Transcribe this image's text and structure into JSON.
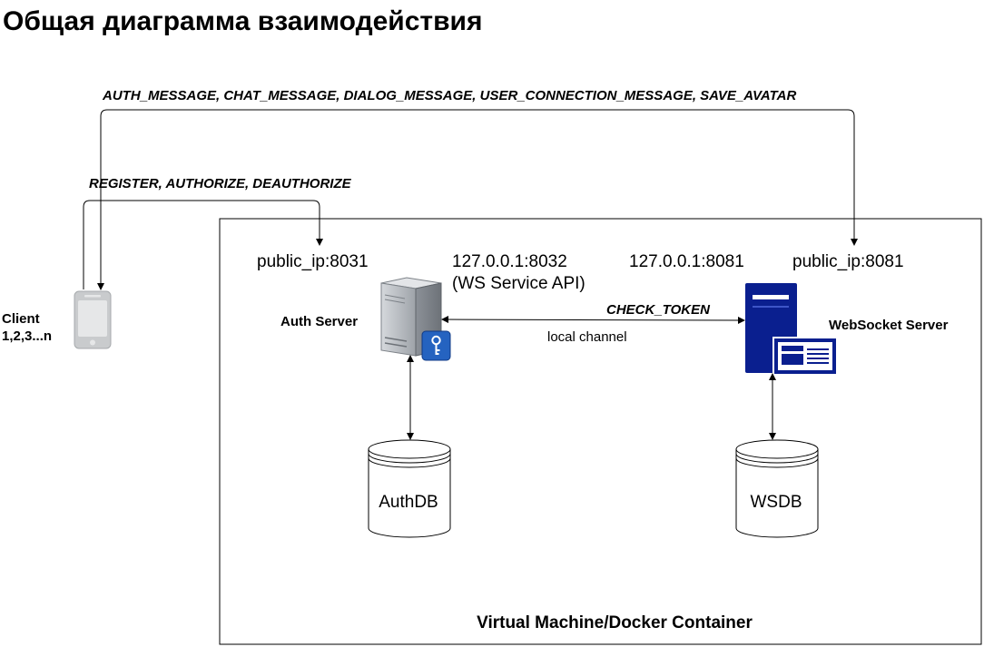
{
  "title": "Общая диаграмма взаимодействия",
  "messages": {
    "ws_messages": "AUTH_MESSAGE, CHAT_MESSAGE, DIALOG_MESSAGE, USER_CONNECTION_MESSAGE, SAVE_AVATAR",
    "auth_messages": "REGISTER, AUTHORIZE, DEAUTHORIZE",
    "check_token": "CHECK_TOKEN"
  },
  "client": {
    "label_line1": "Client",
    "label_line2": "1,2,3...n",
    "icon": "mobile-phone-icon"
  },
  "auth_server": {
    "label": "Auth Server",
    "public_address": "public_ip:8031",
    "internal_address": "127.0.0.1:8032",
    "internal_note": "(WS Service API)",
    "icon": "server-with-key-icon"
  },
  "ws_server": {
    "label": "WebSocket Server",
    "internal_address": "127.0.0.1:8081",
    "public_address": "public_ip:8081",
    "icon": "web-server-icon"
  },
  "channel": {
    "label": "local channel"
  },
  "databases": {
    "auth_db": "AuthDB",
    "ws_db": "WSDB"
  },
  "container": {
    "label": "Virtual Machine/Docker Container"
  },
  "colors": {
    "ws_server_blue": "#0a1f8f",
    "key_badge_blue": "#2563c0",
    "server_gray": "#b8bcc2",
    "phone_gray": "#c9cbcd"
  }
}
